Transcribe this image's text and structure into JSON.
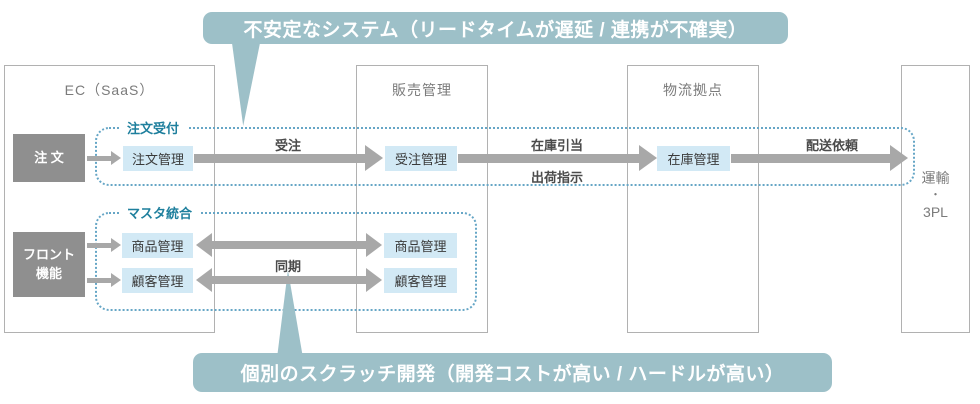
{
  "banners": {
    "top": {
      "label": "不安定なシステム（リードタイムが遅延 / 連携が不確実）"
    },
    "bottom": {
      "label": "個別のスクラッチ開発（開発コストが高い / ハードルが高い）"
    }
  },
  "columns": {
    "ec": {
      "title": "EC（SaaS）"
    },
    "sales": {
      "title": "販売管理"
    },
    "logistics": {
      "title": "物流拠点"
    },
    "transport": {
      "line1": "運輸",
      "line2": "・",
      "line3": "3PL"
    }
  },
  "groups": {
    "order_intake": {
      "label": "注文受付"
    },
    "master_integration": {
      "label": "マスタ統合"
    }
  },
  "sources": {
    "order": {
      "label": "注 文"
    },
    "front": {
      "line1": "フロント",
      "line2": "機能"
    }
  },
  "modules": {
    "ec_order": {
      "label": "注文管理"
    },
    "sales_order": {
      "label": "受注管理"
    },
    "inventory": {
      "label": "在庫管理"
    },
    "ec_product": {
      "label": "商品管理"
    },
    "ec_customer": {
      "label": "顧客管理"
    },
    "sales_product": {
      "label": "商品管理"
    },
    "sales_customer": {
      "label": "顧客管理"
    }
  },
  "flow_labels": {
    "order_received": "受注",
    "inventory_allocation": "在庫引当",
    "shipping_instruction": "出荷指示",
    "delivery_request": "配送依頼",
    "sync": "同期"
  },
  "colors": {
    "banner": "#9dc0c8",
    "dotted_border": "#66a6c6",
    "group_label": "#1e7f9d",
    "module_bg": "#d2e9f5",
    "source_bg": "#8f8f8f",
    "arrow": "#a8a8a8",
    "column_border": "#b1b1b1",
    "column_title": "#7b7b7b",
    "flow_label": "#4b4b4b"
  }
}
